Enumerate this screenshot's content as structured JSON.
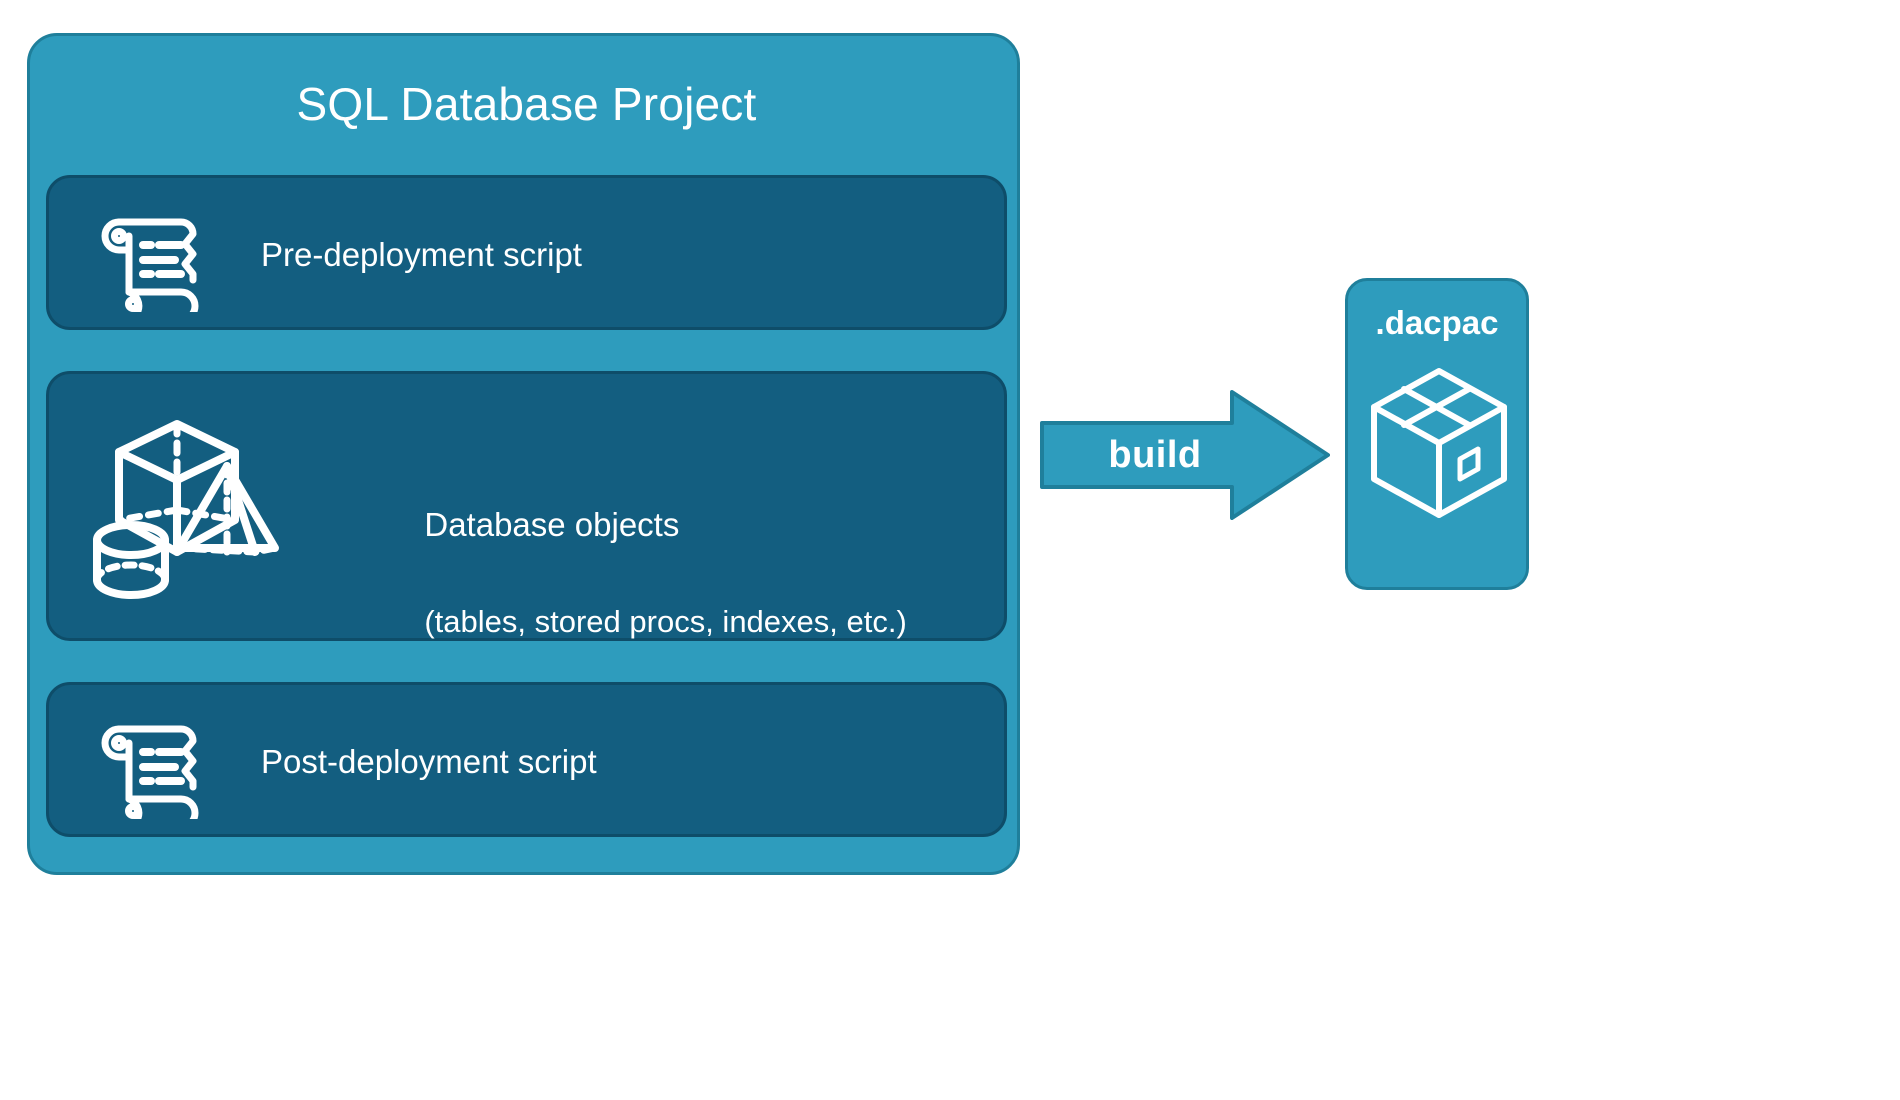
{
  "diagram": {
    "type": "flow-diagram",
    "background_color": "#FFFFFF",
    "colors": {
      "card_teal": "#2E9CBD",
      "card_teal_border": "#1F7F9B",
      "panel_blue": "#135E80",
      "panel_blue_border": "#0E4D69",
      "text_white": "#FFFFFF"
    }
  },
  "project_card": {
    "title": "SQL Database Project",
    "panels": [
      {
        "id": "pre-deployment",
        "label": "Pre-deployment script",
        "icon": "scroll-icon"
      },
      {
        "id": "database-objects",
        "label_line1": "Database objects",
        "label_line2": "(tables, stored procs, indexes, etc.)",
        "icon": "shapes-icon"
      },
      {
        "id": "post-deployment",
        "label": "Post-deployment script",
        "icon": "scroll-icon"
      }
    ]
  },
  "arrow": {
    "label": "build",
    "direction": "right",
    "icon": "arrow-right-icon"
  },
  "output_card": {
    "title": ".dacpac",
    "icon": "package-box-icon"
  }
}
